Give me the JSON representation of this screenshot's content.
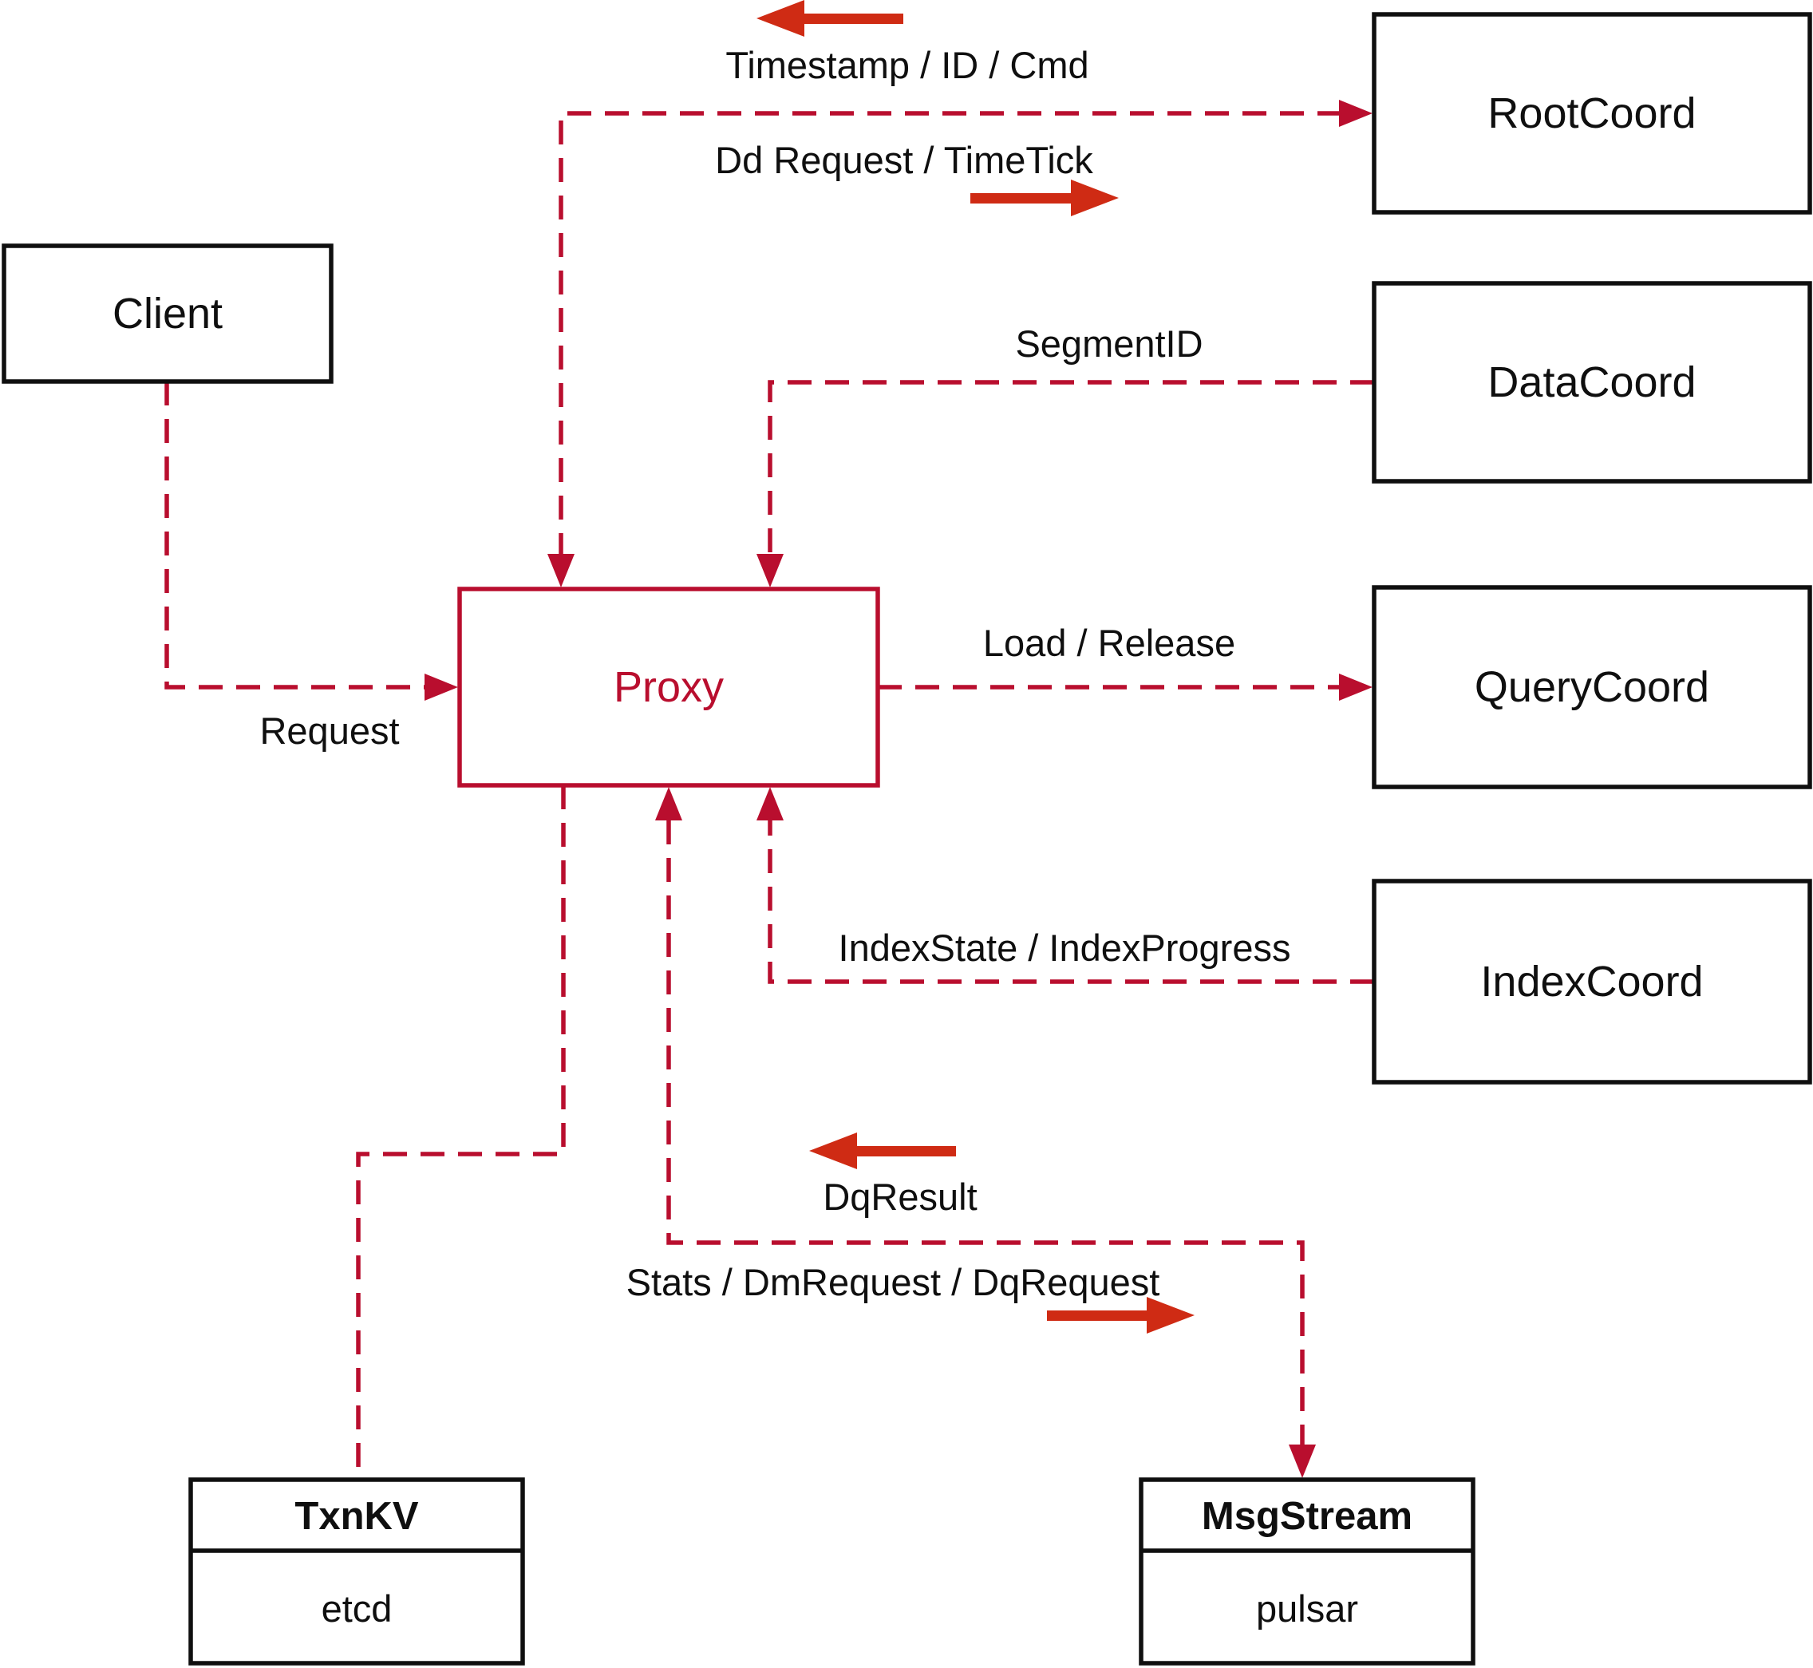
{
  "colors": {
    "ink": "#0f0f0f",
    "line": "#b90e2e",
    "arrow": "#cf2b14",
    "box_border": "#0f0f0f",
    "background": "#ffffff"
  },
  "nodes": {
    "client": {
      "label": "Client"
    },
    "proxy": {
      "label": "Proxy"
    },
    "rootcoord": {
      "label": "RootCoord"
    },
    "datacoord": {
      "label": "DataCoord"
    },
    "querycoord": {
      "label": "QueryCoord"
    },
    "indexcoord": {
      "label": "IndexCoord"
    },
    "txnkv": {
      "title": "TxnKV",
      "impl": "etcd"
    },
    "msgstream": {
      "title": "MsgStream",
      "impl": "pulsar"
    }
  },
  "edges": {
    "client_proxy": {
      "label": "Request"
    },
    "proxy_rootcoord": {
      "label_return": "Timestamp / ID / Cmd",
      "label_send": "Dd Request / TimeTick"
    },
    "datacoord_proxy": {
      "label": "SegmentID"
    },
    "proxy_querycoord": {
      "label": "Load / Release"
    },
    "indexcoord_proxy": {
      "label": "IndexState / IndexProgress"
    },
    "proxy_msgstream": {
      "label_return": "DqResult",
      "label_send": "Stats / DmRequest / DqRequest"
    }
  },
  "icons": {
    "direction_left": "solid-left-arrow",
    "direction_right": "solid-right-arrow",
    "arrowhead": "triangle-arrowhead"
  }
}
